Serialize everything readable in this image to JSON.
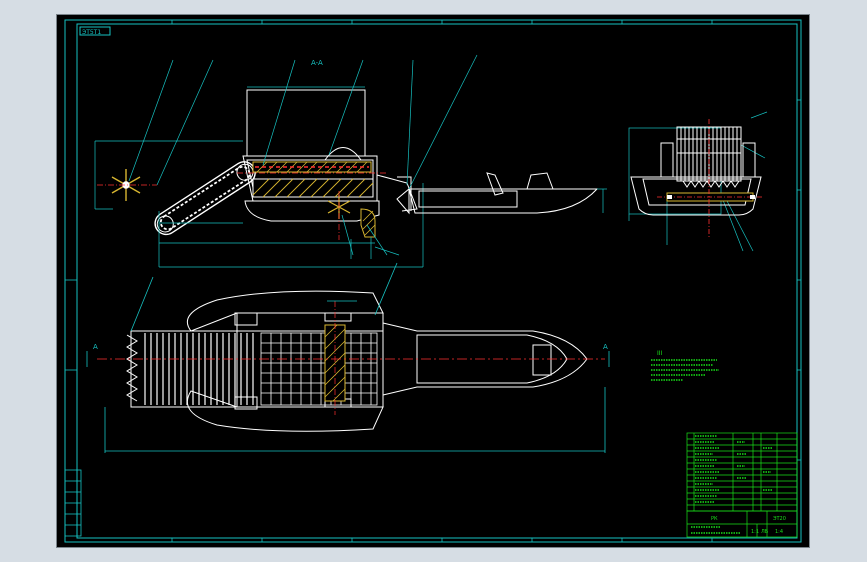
{
  "viewport": {
    "background": "#d6dde4",
    "canvas": "#000000"
  },
  "colors": {
    "frame": "#16c2c2",
    "drawing": "#ffffff",
    "hatch": "#d8b630",
    "center_line": "#ff3030",
    "table": "#19e019"
  },
  "drawing": {
    "title_tag": "ЭТ5Т1",
    "section_label": "A-A",
    "cut_mark_left": "A",
    "cut_mark_right": "A",
    "tech_notes_heading": "III"
  },
  "title_block": {
    "cell_1": "РК",
    "cell_2": "ЭТ20",
    "cell_3": "1:1",
    "cell_4": "ЛБ",
    "cell_5": "1:4"
  }
}
